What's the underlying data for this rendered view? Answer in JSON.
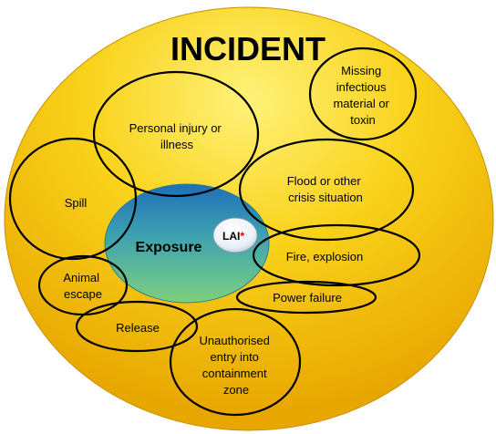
{
  "diagram": {
    "title": "INCIDENT",
    "center_label": "Exposure",
    "lai_label": "LAI",
    "lai_marker": "*",
    "items": {
      "missing": [
        "Missing",
        "infectious",
        "material or",
        "toxin"
      ],
      "personal_injury": [
        "Personal injury or",
        "illness"
      ],
      "flood": [
        "Flood or other",
        "crisis situation"
      ],
      "spill": [
        "Spill"
      ],
      "fire": [
        "Fire, explosion"
      ],
      "animal": [
        "Animal",
        "escape"
      ],
      "power": [
        "Power failure"
      ],
      "release": [
        "Release"
      ],
      "unauthorised": [
        "Unauthorised",
        "entry into",
        "containment",
        "zone"
      ]
    }
  },
  "colors": {
    "incident_fill_light": "#FFF27A",
    "incident_fill": "#F7C600",
    "incident_fill_dark": "#E8A600",
    "exposure_top": "#1E6FB8",
    "exposure_bottom": "#7ED07E",
    "outline": "#000000",
    "lai_marker": "#E00000"
  }
}
